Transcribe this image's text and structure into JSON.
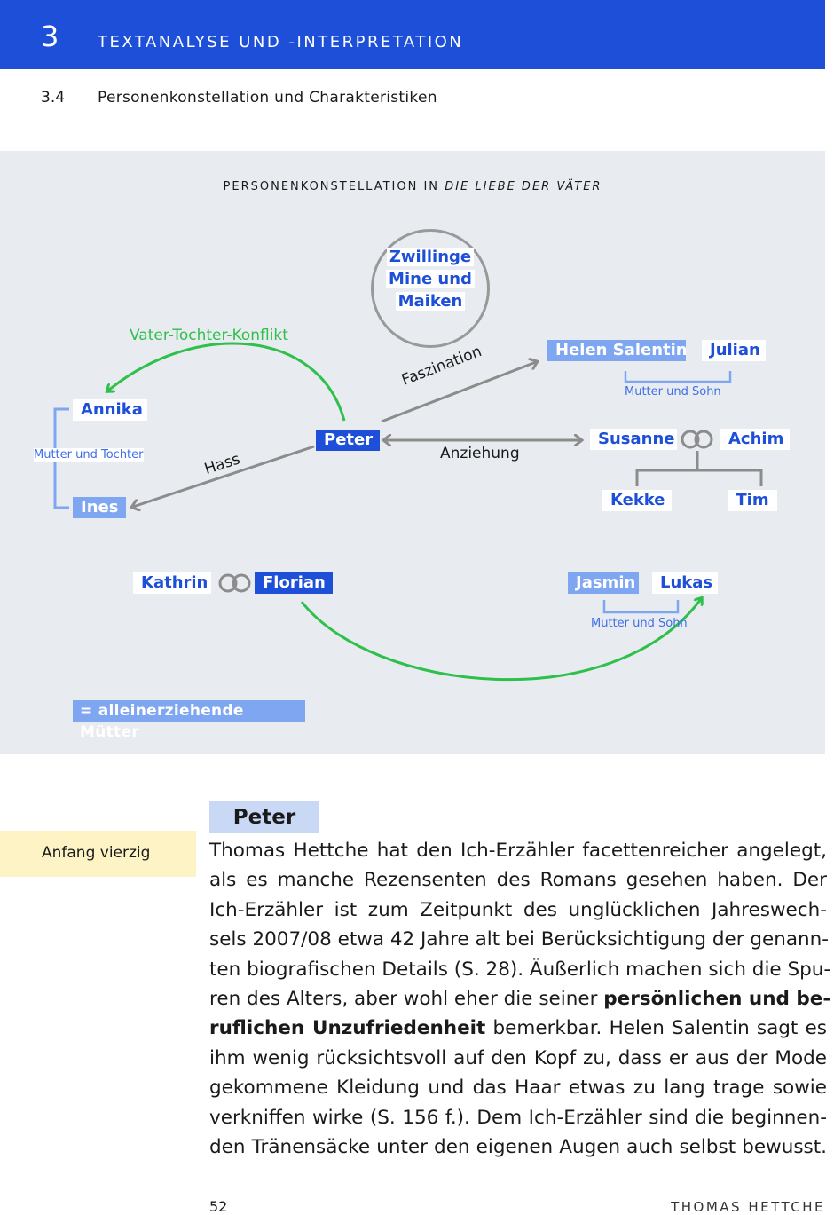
{
  "header": {
    "chapter_number": "3",
    "chapter_title": "TEXTANALYSE UND -INTERPRETATION",
    "section_number": "3.4",
    "section_title": "Personenkonstellation und Charakteristiken"
  },
  "diagram": {
    "title_prefix": "PERSONENKONSTELLATION IN",
    "title_work": "DIE LIEBE DER VÄTER",
    "twins_lines": [
      "Zwillinge",
      "Mine und",
      "Maiken"
    ],
    "nodes": {
      "annika": "Annika",
      "ines": "Ines",
      "peter": "Peter",
      "helen": "Helen Salentin",
      "julian": "Julian",
      "susanne": "Susanne",
      "achim": "Achim",
      "kekke": "Kekke",
      "tim": "Tim",
      "kathrin": "Kathrin",
      "florian": "Florian",
      "jasmin": "Jasmin",
      "lukas": "Lukas"
    },
    "relations": {
      "vater_tochter": "Vater-Tochter-Konflikt",
      "faszination": "Faszination",
      "hass": "Hass",
      "anziehung": "Anziehung",
      "mutter_tochter": "Mutter und Tochter",
      "mutter_sohn_1": "Mutter und Sohn",
      "mutter_sohn_2": "Mutter und Sohn"
    },
    "legend": "= alleinerziehende Mütter",
    "colors": {
      "dark_blue": "#1d4fd8",
      "light_blue": "#7fa6f0",
      "green_arrow": "#2ec04a",
      "gray_arrow": "#8c8c8c"
    }
  },
  "article": {
    "heading": "Peter",
    "margin_note": "Anfang vierzig",
    "lines": [
      [
        "Thomas Hettche hat den Ich-Erzähler facettenreicher angelegt,"
      ],
      [
        "als es manche Rezensenten des Romans gesehen haben. Der"
      ],
      [
        "Ich-Erzähler ist zum Zeitpunkt des unglücklichen Jahreswech-"
      ],
      [
        "sels 2007/08 etwa 42 Jahre alt bei Berücksichtigung der genann-"
      ],
      [
        "ten biografischen Details (S. 28). Äußerlich machen sich die Spu-"
      ],
      [
        "ren des Alters, aber wohl eher die seiner ",
        "persönlichen und be-"
      ],
      [
        "ruflichen Unzufriedenheit",
        " bemerkbar. Helen Salentin sagt es"
      ],
      [
        "ihm wenig rücksichtsvoll auf den Kopf zu, dass er aus der Mode"
      ],
      [
        "gekommene Kleidung und das Haar etwas zu lang trage sowie"
      ],
      [
        "verkniffen wirke (S. 156 f.). Dem Ich-Erzähler sind die beginnen-"
      ],
      [
        "den Tränensäcke unter den eigenen Augen auch selbst bewusst."
      ]
    ]
  },
  "footer": {
    "page_number": "52",
    "author": "THOMAS HETTCHE"
  }
}
